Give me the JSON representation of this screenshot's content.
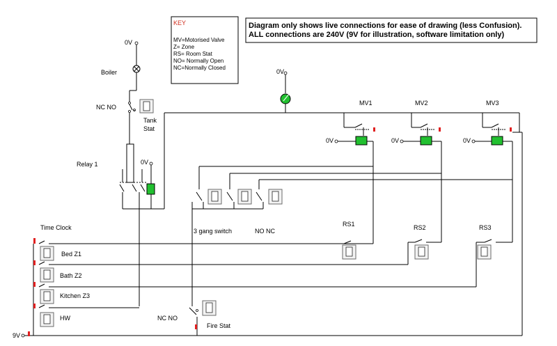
{
  "key": {
    "title": "KEY",
    "lines": [
      "MV=Motorised Valve",
      "Z= Zone",
      "RS= Room Stat",
      "NO= Normally Open",
      "NC=Normally Closed"
    ]
  },
  "note": {
    "line1": "Diagram only shows live connections for ease of drawing (less Confusion).",
    "line2": "ALL connections are 240V (9V for illustration, software limitation only)"
  },
  "labels": {
    "zero_v": "0V",
    "nine_v": "9V",
    "boiler": "Boiler",
    "nc_no": "NC NO",
    "tank": "Tank",
    "stat": "Stat",
    "relay": "Relay 1",
    "mv1": "MV1",
    "mv2": "MV2",
    "mv3": "MV3",
    "gang": "3 gang switch",
    "no_nc": "NO NC",
    "rs1": "RS1",
    "rs2": "RS2",
    "rs3": "RS3",
    "time_clock": "Time Clock",
    "bed": "Bed Z1",
    "bath": "Bath Z2",
    "kitchen": "Kitchen Z3",
    "hw": "HW",
    "fire_nc_no": "NC NO",
    "fire_stat": "Fire Stat"
  },
  "colors": {
    "valve_green": "#22c030",
    "indicator_red": "#e02020",
    "key_title": "#d03020",
    "wire": "#000000"
  },
  "icons": [
    "lamp-icon",
    "green-pump-icon",
    "toggle-switch-icon",
    "valve-coil-icon"
  ]
}
